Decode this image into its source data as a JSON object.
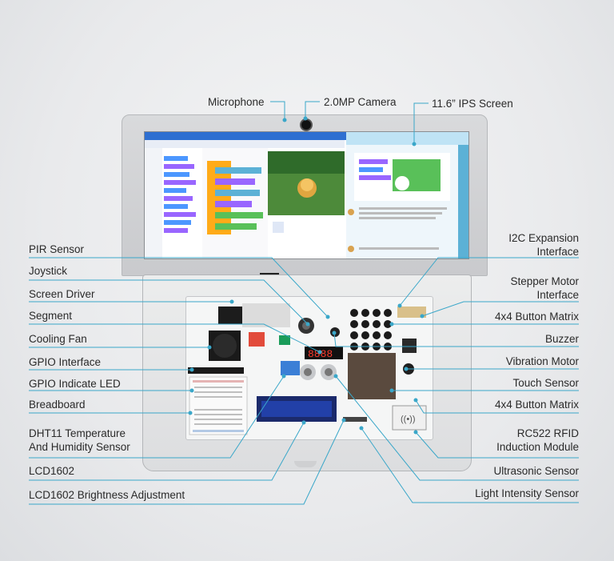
{
  "top_labels": [
    {
      "id": "microphone",
      "text": "Microphone"
    },
    {
      "id": "camera",
      "text": "2.0MP Camera"
    },
    {
      "id": "screen",
      "text": "11.6” IPS Screen"
    }
  ],
  "left_labels": [
    {
      "id": "pir",
      "text": "PIR Sensor"
    },
    {
      "id": "joystick",
      "text": "Joystick"
    },
    {
      "id": "screen-driver",
      "text": "Screen Driver"
    },
    {
      "id": "segment",
      "text": "Segment"
    },
    {
      "id": "cooling-fan",
      "text": "Cooling Fan"
    },
    {
      "id": "gpio-interface",
      "text": "GPIO Interface"
    },
    {
      "id": "gpio-led",
      "text": "GPIO Indicate LED"
    },
    {
      "id": "breadboard",
      "text": "Breadboard"
    },
    {
      "id": "dht11",
      "text": "DHT11 Temperature\nAnd Humidity Sensor"
    },
    {
      "id": "lcd1602",
      "text": "LCD1602"
    },
    {
      "id": "lcd-brightness",
      "text": "LCD1602 Brightness Adjustment"
    }
  ],
  "right_labels": [
    {
      "id": "i2c",
      "text": "I2C Expansion\nInterface"
    },
    {
      "id": "stepper",
      "text": "Stepper Motor\nInterface"
    },
    {
      "id": "button-matrix-1",
      "text": "4x4 Button Matrix"
    },
    {
      "id": "buzzer",
      "text": "Buzzer"
    },
    {
      "id": "vibration",
      "text": "Vibration Motor"
    },
    {
      "id": "touch",
      "text": "Touch Sensor"
    },
    {
      "id": "button-matrix-2",
      "text": "4x4 Button Matrix"
    },
    {
      "id": "rfid",
      "text": "RC522 RFID\nInduction Module"
    },
    {
      "id": "ultrasonic",
      "text": "Ultrasonic Sensor"
    },
    {
      "id": "light",
      "text": "Light Intensity Sensor"
    }
  ],
  "board_display": {
    "segment_digits": "8888"
  },
  "colors": {
    "leader": "#3aa7c9",
    "label": "#2a2a2a"
  }
}
